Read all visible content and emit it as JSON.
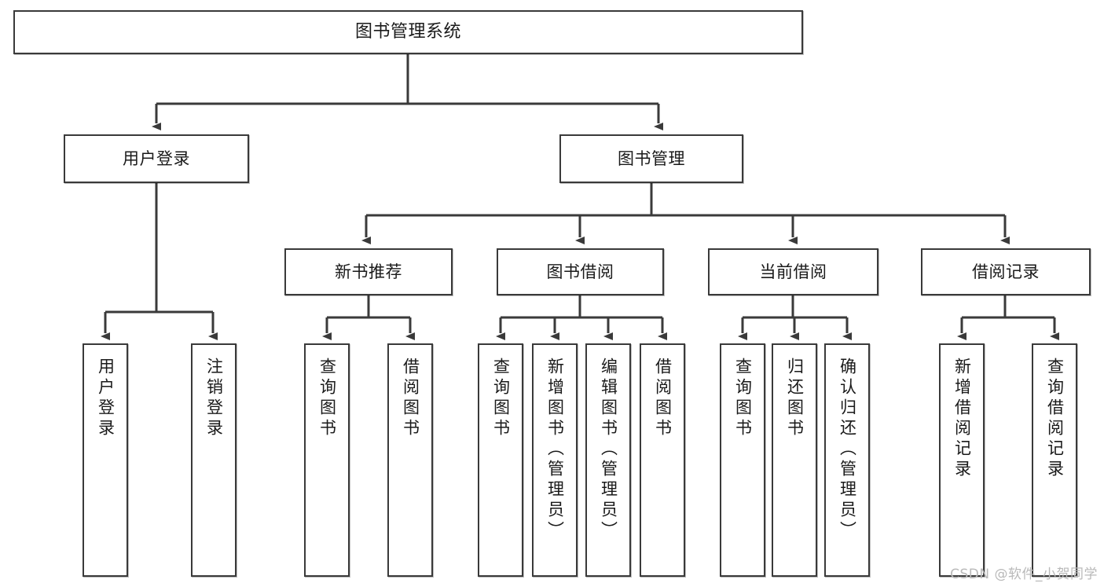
{
  "diagram": {
    "type": "tree-hierarchy-chart",
    "title": "图书管理系统",
    "watermark": "CSDN @软件_小贺同学",
    "colors": {
      "box_border": "#3a3a3a",
      "box_fill": "#ffffff",
      "connector": "#3a3a3a",
      "text": "#1a1a1a",
      "watermark": "#b9b9b9"
    },
    "nodes": {
      "root": {
        "label": "图书管理系统"
      },
      "level2": [
        {
          "label": "用户登录"
        },
        {
          "label": "图书管理"
        }
      ],
      "level3": [
        {
          "label": "新书推荐"
        },
        {
          "label": "图书借阅"
        },
        {
          "label": "当前借阅"
        },
        {
          "label": "借阅记录"
        }
      ],
      "leaves": {
        "user_login": [
          {
            "label": "用户登录"
          },
          {
            "label": "注销登录"
          }
        ],
        "new_book_recommend": [
          {
            "label": "查询图书"
          },
          {
            "label": "借阅图书"
          }
        ],
        "book_borrow": [
          {
            "label": "查询图书"
          },
          {
            "label": "新增图书（管理员）"
          },
          {
            "label": "编辑图书（管理员）"
          },
          {
            "label": "借阅图书"
          }
        ],
        "current_borrow": [
          {
            "label": "查询图书"
          },
          {
            "label": "归还图书"
          },
          {
            "label": "确认归还（管理员）"
          }
        ],
        "borrow_record": [
          {
            "label": "新增借阅记录"
          },
          {
            "label": "查询借阅记录"
          }
        ]
      }
    }
  }
}
